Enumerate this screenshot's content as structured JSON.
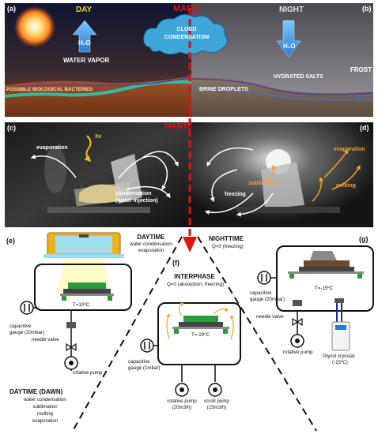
{
  "panel_a": {
    "label": "(a)",
    "title": "DAY",
    "molecule": "H₂O",
    "vapor": "WATER VAPOR",
    "bacteria": "POSSIBLE BIOLOGICAL BACTERIES"
  },
  "panel_b": {
    "label": "(b)",
    "title": "NIGHT",
    "molecule": "H₂O",
    "salts": "HYDRATED SALTS",
    "frost": "FROST",
    "brine": "BRINE DROPLETS",
    "ice": "ICE"
  },
  "mars_title": "MARS",
  "cloud": {
    "line1": "CLOUD",
    "line2": "CONDENSATION"
  },
  "marte_title": "MARTE",
  "panel_c": {
    "label": "(c)",
    "xe": "Xe",
    "evaporation": "evaporation",
    "condensation_1": "condensation",
    "condensation_2": "(water injection)"
  },
  "panel_d": {
    "label": "(d)",
    "evaporation": "evaporation",
    "sublimation": "sublimation",
    "melting": "melting",
    "freezing": "freezing"
  },
  "panel_e": {
    "label": "(e)",
    "temp": "T=10ºC",
    "gauge_1": "capacitive",
    "gauge_2": "gauge (20mbar)",
    "valve": "needle valve",
    "pump": "rotative pump",
    "dawn_title": "DAYTIME (DAWN)",
    "dawn_1": "water condensation",
    "dawn_2": "sublimation",
    "dawn_3": "melting",
    "dawn_4": "evaporation"
  },
  "daytime": {
    "title": "DAYTIME",
    "line1": "water condensation",
    "line2": "evaporation"
  },
  "nighttime": {
    "title": "NIGHTTIME",
    "line1": "Q<0 (freezing)"
  },
  "panel_f": {
    "label": "(f)",
    "title": "INTERPHASE",
    "line1": "Q<0 (absorption, freezing)",
    "temp": "T=-20ºC",
    "gauge_1": "capacitive",
    "gauge_2": "gauge (1mbar)",
    "pump1_1": "rotative pump",
    "pump1_2": "(20m3/h)",
    "pump2_1": "scroll pump",
    "pump2_2": "(15m3/h)"
  },
  "panel_g": {
    "label": "(g)",
    "temp": "T=-15ºC",
    "gauge_1": "capacitive",
    "gauge_2": "gauge (20mbar)",
    "valve": "needle valve",
    "pump": "rotative pump",
    "cryo_1": "Glycol cryostat",
    "cryo_2": "(-15ºC)"
  }
}
